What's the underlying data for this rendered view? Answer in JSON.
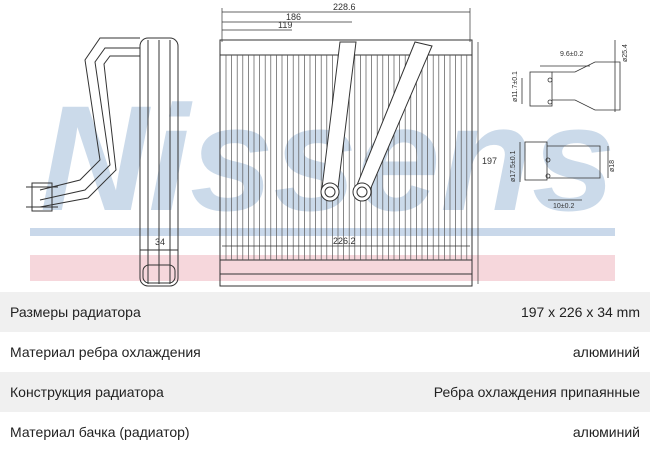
{
  "watermark": {
    "text": "Nissens",
    "color": "#b9cde3",
    "band_blue": "#c9d8ea",
    "band_pink": "#f6d7dc"
  },
  "dimensions": {
    "overall_width": "228.6",
    "width_186": "186",
    "width_119": "119",
    "height": "197",
    "core_width": "226.2",
    "depth": "34",
    "fitting_a_len": "9.6±0.2",
    "fitting_a_dia_outer": "ø25.4",
    "fitting_a_dia_inner": "ø11.7±0.1",
    "fitting_b_dia_outer": "ø17.5±0.1",
    "fitting_b_dia_inner": "ø18",
    "fitting_b_len": "10±0.2"
  },
  "specs": [
    {
      "label": "Размеры радиатора",
      "value": "197 x 226 x 34 mm"
    },
    {
      "label": "Материал ребра охлаждения",
      "value": "алюминий"
    },
    {
      "label": "Конструкция радиатора",
      "value": "Ребра охлаждения припаянные"
    },
    {
      "label": "Материал бачка (радиатор)",
      "value": "алюминий"
    }
  ]
}
